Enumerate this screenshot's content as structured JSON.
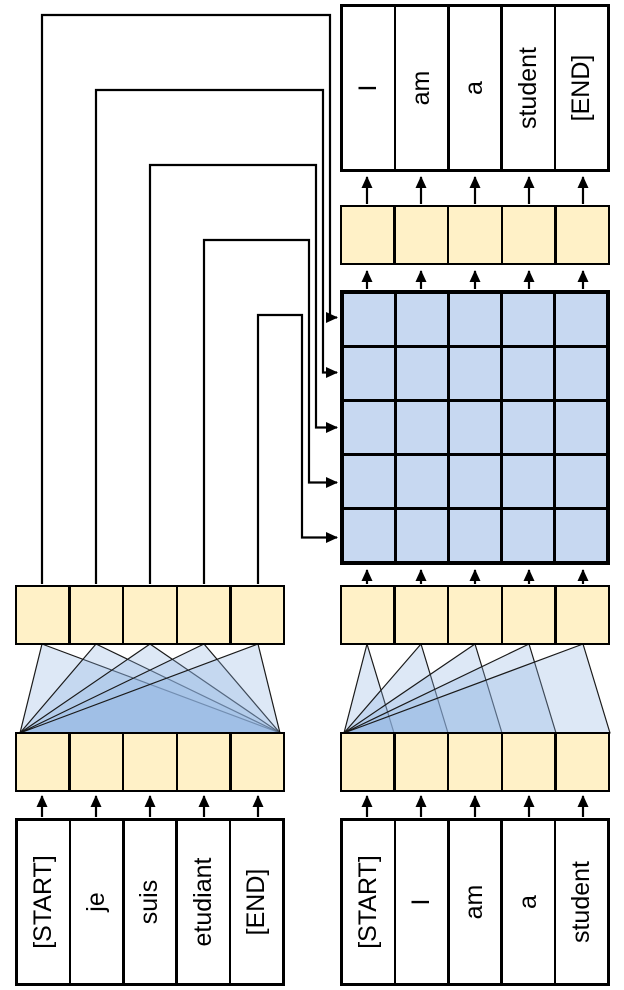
{
  "diagram": {
    "source_tokens": [
      "[START]",
      "je",
      "suis",
      "etudiant",
      "[END]"
    ],
    "decoder_input_tokens": [
      "[START]",
      "I",
      "am",
      "a",
      "student"
    ],
    "output_tokens": [
      "I",
      "am",
      "a",
      "student",
      "[END]"
    ],
    "attention_grid": {
      "rows": 5,
      "cols": 5
    },
    "embedding_cells_per_column": 5,
    "colors": {
      "embedding_fill": "#FFF1C7",
      "grid_cell_fill": "#C7D8F1",
      "fan_fill": "#8DB3E2",
      "fan_opacity": 0.3,
      "box_fill": "#FFFFFF",
      "line": "#000000"
    }
  }
}
